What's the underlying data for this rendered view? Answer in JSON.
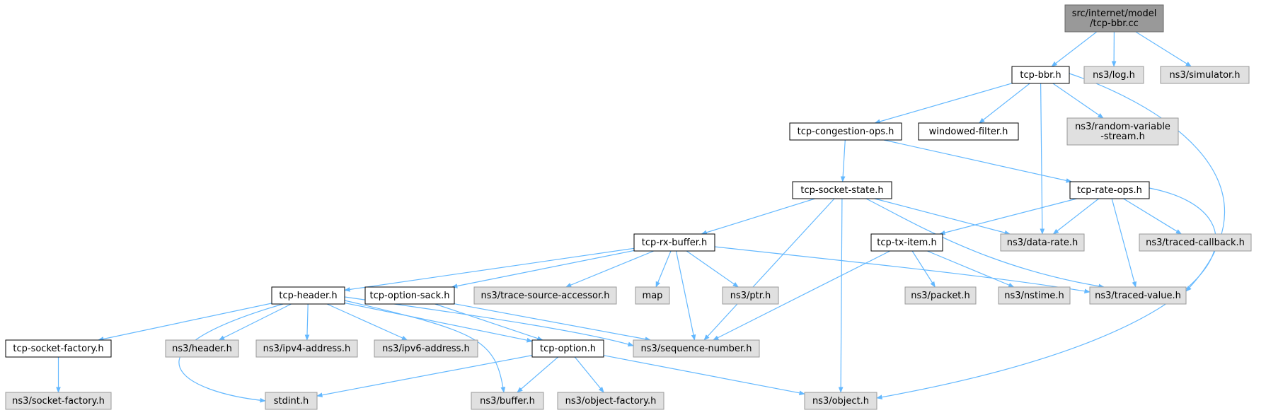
{
  "colors": {
    "edge": "#63b8ff",
    "root_fill": "#999999",
    "root_stroke": "#666666",
    "local_fill": "#ffffff",
    "local_stroke": "#000000",
    "external_fill": "#e0e0e0",
    "external_stroke": "#999999"
  },
  "nodes": [
    {
      "id": "root",
      "kind": "root",
      "lines": [
        "src/internet/model",
        "/tcp-bbr.cc"
      ]
    },
    {
      "id": "tcp_bbr",
      "kind": "local",
      "lines": [
        "tcp-bbr.h"
      ]
    },
    {
      "id": "log",
      "kind": "external",
      "lines": [
        "ns3/log.h"
      ]
    },
    {
      "id": "simulator",
      "kind": "external",
      "lines": [
        "ns3/simulator.h"
      ]
    },
    {
      "id": "cong_ops",
      "kind": "local",
      "lines": [
        "tcp-congestion-ops.h"
      ]
    },
    {
      "id": "windowed",
      "kind": "local",
      "lines": [
        "windowed-filter.h"
      ]
    },
    {
      "id": "rvs",
      "kind": "external",
      "lines": [
        "ns3/random-variable",
        "-stream.h"
      ]
    },
    {
      "id": "sock_state",
      "kind": "local",
      "lines": [
        "tcp-socket-state.h"
      ]
    },
    {
      "id": "rate_ops",
      "kind": "local",
      "lines": [
        "tcp-rate-ops.h"
      ]
    },
    {
      "id": "rx_buffer",
      "kind": "local",
      "lines": [
        "tcp-rx-buffer.h"
      ]
    },
    {
      "id": "tx_item",
      "kind": "local",
      "lines": [
        "tcp-tx-item.h"
      ]
    },
    {
      "id": "data_rate",
      "kind": "external",
      "lines": [
        "ns3/data-rate.h"
      ]
    },
    {
      "id": "traced_cb",
      "kind": "external",
      "lines": [
        "ns3/traced-callback.h"
      ]
    },
    {
      "id": "tcp_header",
      "kind": "local",
      "lines": [
        "tcp-header.h"
      ]
    },
    {
      "id": "opt_sack",
      "kind": "local",
      "lines": [
        "tcp-option-sack.h"
      ]
    },
    {
      "id": "tsa",
      "kind": "external",
      "lines": [
        "ns3/trace-source-accessor.h"
      ]
    },
    {
      "id": "map",
      "kind": "external",
      "lines": [
        "map"
      ]
    },
    {
      "id": "ptr",
      "kind": "external",
      "lines": [
        "ns3/ptr.h"
      ]
    },
    {
      "id": "packet",
      "kind": "external",
      "lines": [
        "ns3/packet.h"
      ]
    },
    {
      "id": "nstime",
      "kind": "external",
      "lines": [
        "ns3/nstime.h"
      ]
    },
    {
      "id": "traced_val",
      "kind": "external",
      "lines": [
        "ns3/traced-value.h"
      ]
    },
    {
      "id": "sock_factory",
      "kind": "local",
      "lines": [
        "tcp-socket-factory.h"
      ]
    },
    {
      "id": "header",
      "kind": "external",
      "lines": [
        "ns3/header.h"
      ]
    },
    {
      "id": "ipv4",
      "kind": "external",
      "lines": [
        "ns3/ipv4-address.h"
      ]
    },
    {
      "id": "ipv6",
      "kind": "external",
      "lines": [
        "ns3/ipv6-address.h"
      ]
    },
    {
      "id": "tcp_option",
      "kind": "local",
      "lines": [
        "tcp-option.h"
      ]
    },
    {
      "id": "seqnum",
      "kind": "external",
      "lines": [
        "ns3/sequence-number.h"
      ]
    },
    {
      "id": "ns3_sock_factory",
      "kind": "external",
      "lines": [
        "ns3/socket-factory.h"
      ]
    },
    {
      "id": "stdint",
      "kind": "external",
      "lines": [
        "stdint.h"
      ]
    },
    {
      "id": "buffer",
      "kind": "external",
      "lines": [
        "ns3/buffer.h"
      ]
    },
    {
      "id": "obj_factory",
      "kind": "external",
      "lines": [
        "ns3/object-factory.h"
      ]
    },
    {
      "id": "object",
      "kind": "external",
      "lines": [
        "ns3/object.h"
      ]
    }
  ],
  "edges": [
    [
      "root",
      "tcp_bbr"
    ],
    [
      "root",
      "log"
    ],
    [
      "root",
      "simulator"
    ],
    [
      "tcp_bbr",
      "cong_ops"
    ],
    [
      "tcp_bbr",
      "windowed"
    ],
    [
      "tcp_bbr",
      "rvs"
    ],
    [
      "tcp_bbr",
      "data_rate"
    ],
    [
      "tcp_bbr",
      "traced_val"
    ],
    [
      "cong_ops",
      "sock_state"
    ],
    [
      "cong_ops",
      "rate_ops"
    ],
    [
      "sock_state",
      "rx_buffer"
    ],
    [
      "sock_state",
      "data_rate"
    ],
    [
      "sock_state",
      "traced_val"
    ],
    [
      "sock_state",
      "seqnum"
    ],
    [
      "sock_state",
      "object"
    ],
    [
      "rate_ops",
      "tx_item"
    ],
    [
      "rate_ops",
      "data_rate"
    ],
    [
      "rate_ops",
      "traced_cb"
    ],
    [
      "rate_ops",
      "traced_val"
    ],
    [
      "rate_ops",
      "object"
    ],
    [
      "rx_buffer",
      "tcp_header"
    ],
    [
      "rx_buffer",
      "opt_sack"
    ],
    [
      "rx_buffer",
      "tsa"
    ],
    [
      "rx_buffer",
      "map"
    ],
    [
      "rx_buffer",
      "ptr"
    ],
    [
      "rx_buffer",
      "seqnum"
    ],
    [
      "rx_buffer",
      "traced_val"
    ],
    [
      "tx_item",
      "packet"
    ],
    [
      "tx_item",
      "nstime"
    ],
    [
      "tx_item",
      "seqnum"
    ],
    [
      "tcp_header",
      "sock_factory"
    ],
    [
      "tcp_header",
      "header"
    ],
    [
      "tcp_header",
      "ipv4"
    ],
    [
      "tcp_header",
      "ipv6"
    ],
    [
      "tcp_header",
      "tcp_option"
    ],
    [
      "tcp_header",
      "seqnum"
    ],
    [
      "tcp_header",
      "stdint"
    ],
    [
      "tcp_header",
      "buffer"
    ],
    [
      "opt_sack",
      "tcp_option"
    ],
    [
      "opt_sack",
      "seqnum"
    ],
    [
      "sock_factory",
      "ns3_sock_factory"
    ],
    [
      "tcp_option",
      "stdint"
    ],
    [
      "tcp_option",
      "buffer"
    ],
    [
      "tcp_option",
      "obj_factory"
    ],
    [
      "tcp_option",
      "object"
    ]
  ]
}
